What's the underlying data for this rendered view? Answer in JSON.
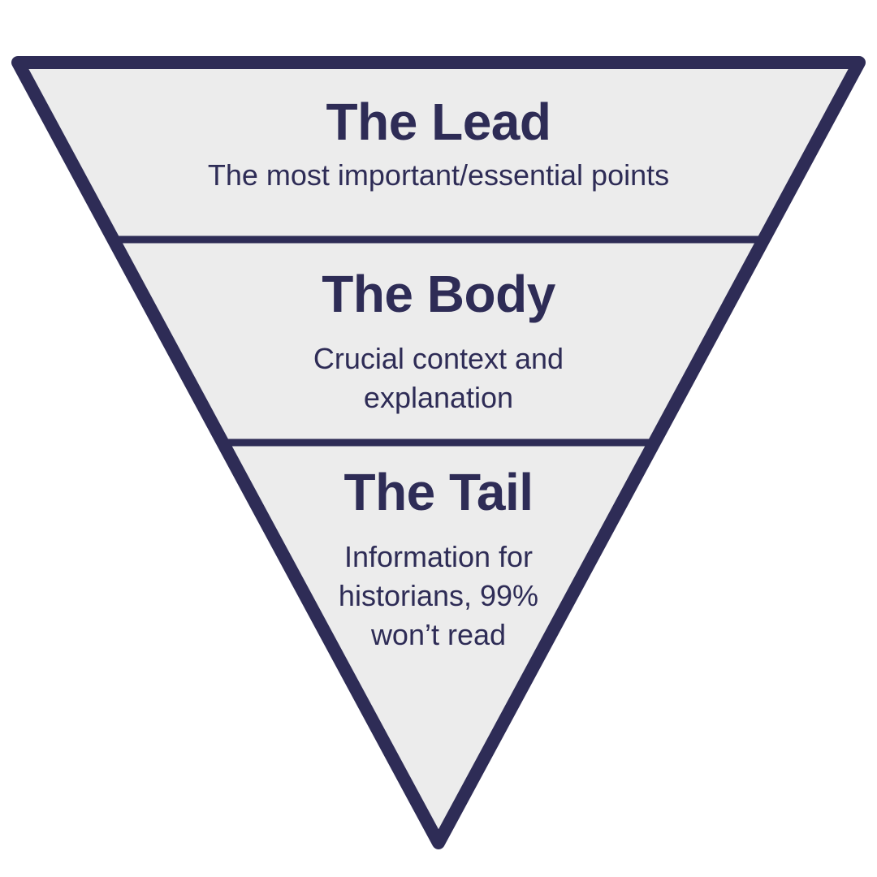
{
  "colors": {
    "outline": "#2e2c56",
    "fill": "#ececec",
    "text": "#2e2c56"
  },
  "sections": {
    "lead": {
      "title": "The Lead",
      "description": "The most important/essential points"
    },
    "body": {
      "title": "The Body",
      "description": "Crucial context and\nexplanation"
    },
    "tail": {
      "title": "The Tail",
      "description": "Information for\nhistorians, 99%\nwon’t read"
    }
  }
}
